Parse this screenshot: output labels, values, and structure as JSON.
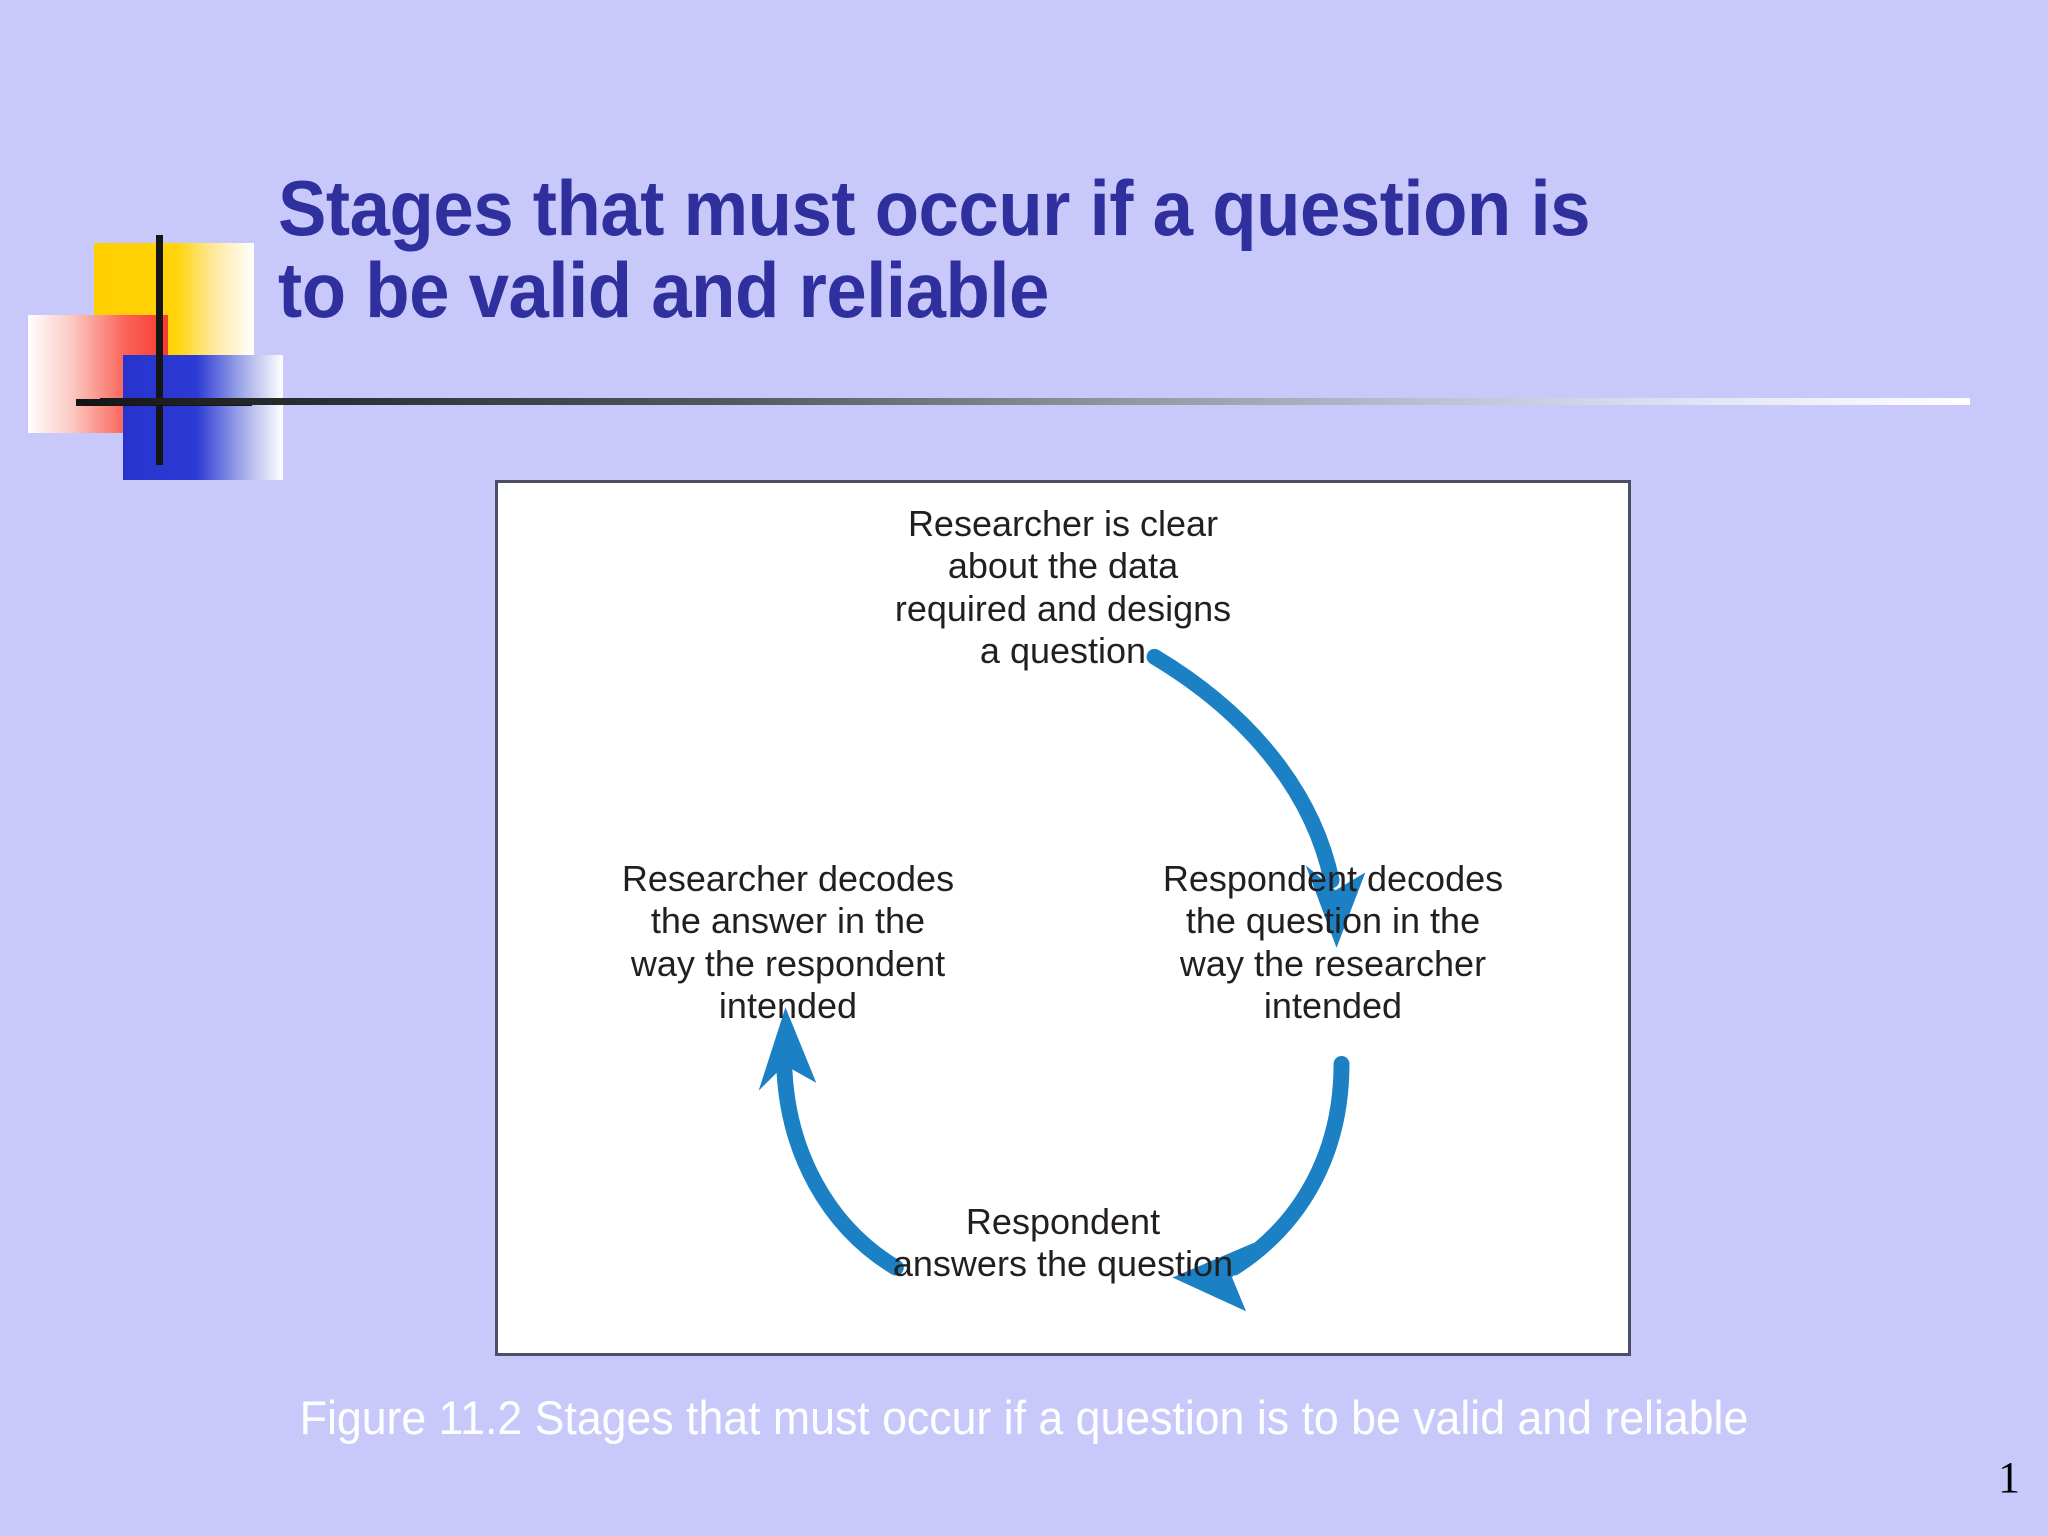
{
  "slide": {
    "title": "Stages that must occur if a question is to be valid and reliable",
    "caption": "Figure 11.2  Stages that must occur if a question is to be valid and reliable",
    "page_number": "1",
    "background_color": "#C8C9FA",
    "title_color": "#2F2F9E",
    "caption_color": "#FFFFFF"
  },
  "logo": {
    "yellow_color": "#FFCE00",
    "red_color": "#F83A31",
    "blue_color": "#2833CD",
    "cross_color": "#151515"
  },
  "diagram": {
    "border_color": "#4B4F66",
    "background_color": "#FFFFFF",
    "arrow_color": "#1B80C4",
    "text_color": "#231F20",
    "nodes": [
      {
        "id": "top",
        "text": "Researcher is clear\nabout the data\nrequired and designs\na question"
      },
      {
        "id": "right",
        "text": "Respondent decodes\nthe question in the\nway the researcher\nintended"
      },
      {
        "id": "bottom",
        "text": "Respondent\nanswers the question"
      },
      {
        "id": "left",
        "text": "Researcher decodes\nthe answer in the\nway the respondent\nintended"
      }
    ],
    "arrows": [
      {
        "id": "top-to-right",
        "from": "top",
        "to": "right"
      },
      {
        "id": "right-to-bottom",
        "from": "right",
        "to": "bottom"
      },
      {
        "id": "bottom-to-left",
        "from": "bottom",
        "to": "left"
      }
    ]
  }
}
